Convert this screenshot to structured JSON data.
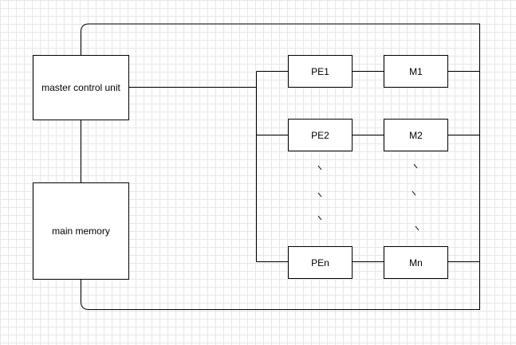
{
  "diagram": {
    "master_control_unit": "master control unit",
    "main_memory": "main memory",
    "processing_elements": [
      "PE1",
      "PE2",
      "PEn"
    ],
    "memory_modules": [
      "M1",
      "M2",
      "Mn"
    ]
  },
  "colors": {
    "line": "#000000",
    "grid": "#e6e6e6",
    "background": "#ffffff"
  }
}
